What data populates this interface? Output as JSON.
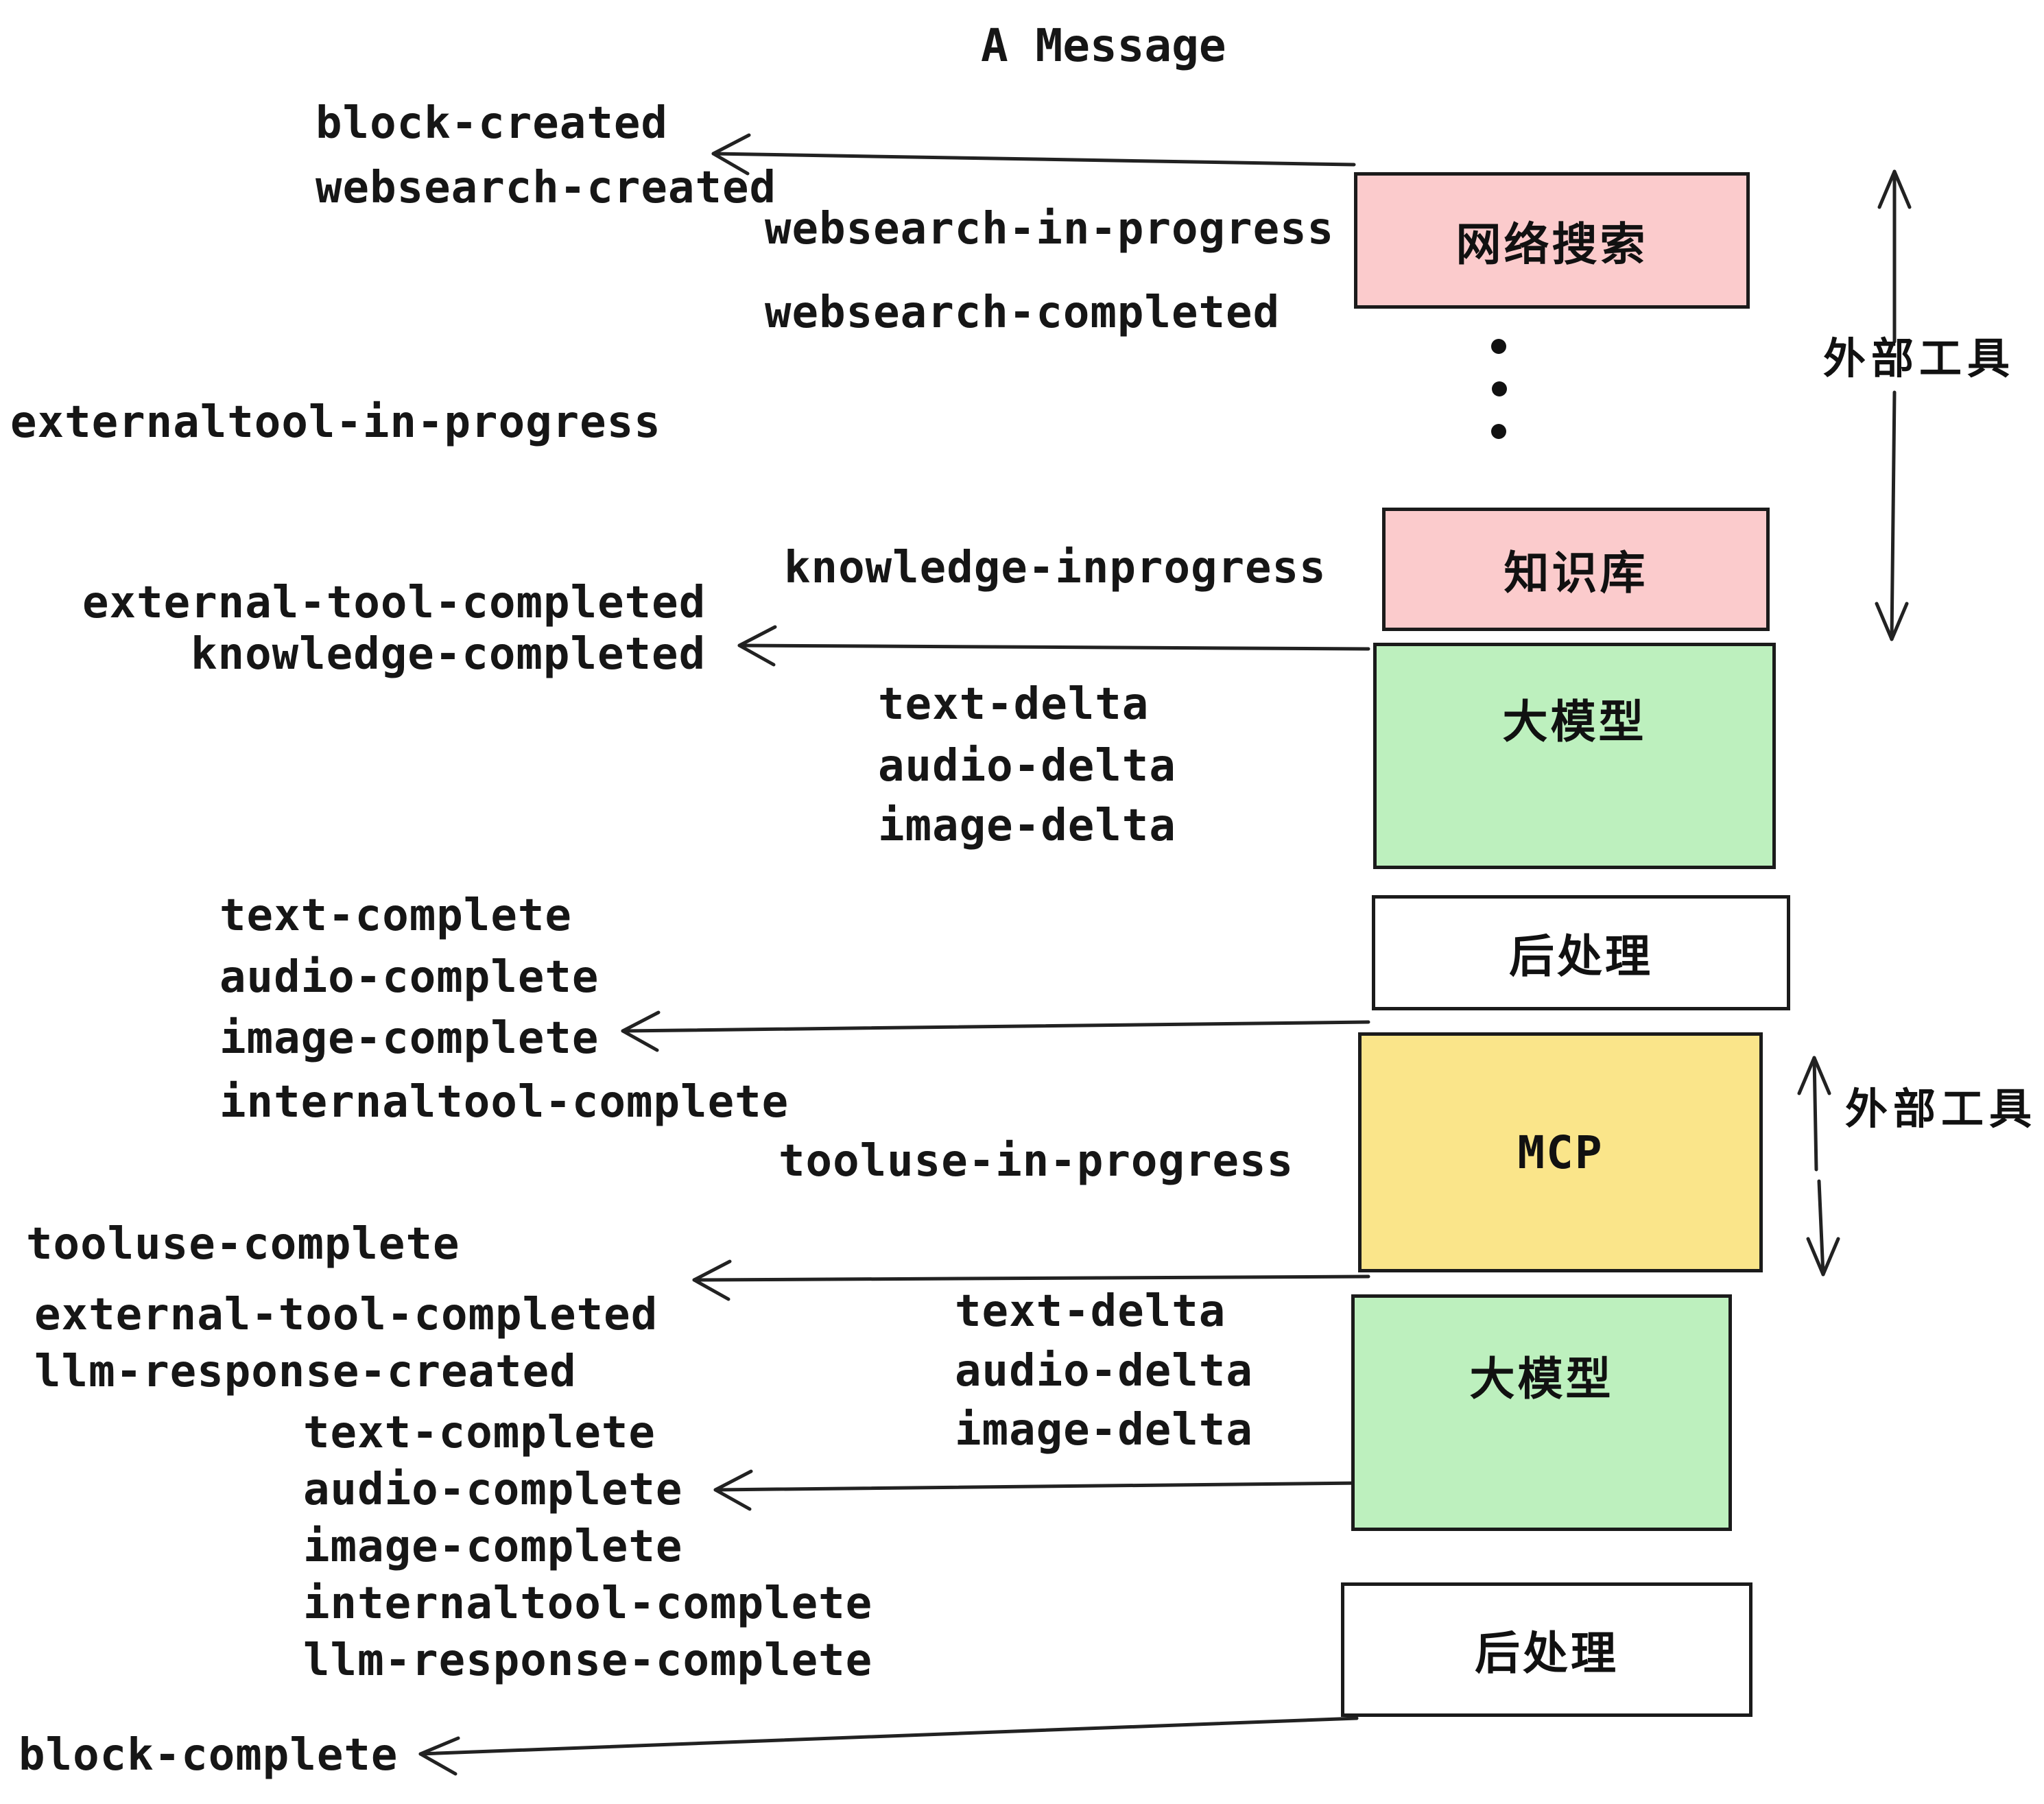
{
  "title": "A Message",
  "colors": {
    "pink": "#fbcbcc",
    "green": "#bdf0be",
    "yellow": "#fae58a",
    "white": "#ffffff",
    "stroke": "#1b1b1b"
  },
  "boxes": {
    "websearch": {
      "label": "网络搜索"
    },
    "knowledge": {
      "label": "知识库"
    },
    "llm1": {
      "label": "大模型"
    },
    "post1": {
      "label": "后处理"
    },
    "mcp": {
      "label": "MCP"
    },
    "llm2": {
      "label": "大模型"
    },
    "post2": {
      "label": "后处理"
    }
  },
  "annotations": {
    "external_tools_top": "外部工具",
    "external_tools_mcp": "外部工具"
  },
  "events": {
    "block_created": "block-created",
    "websearch_created": "websearch-created",
    "websearch_in_progress": "websearch-in-progress",
    "websearch_completed": "websearch-completed",
    "externaltool_in_progress": "externaltool-in-progress",
    "knowledge_inprogress": "knowledge-inprogress",
    "external_tool_completed": "external-tool-completed",
    "knowledge_completed": "knowledge-completed",
    "text_delta": "text-delta",
    "audio_delta": "audio-delta",
    "image_delta": "image-delta",
    "text_complete": "text-complete",
    "audio_complete": "audio-complete",
    "image_complete": "image-complete",
    "internaltool_complete": "internaltool-complete",
    "tooluse_in_progress": "tooluse-in-progress",
    "tooluse_complete": "tooluse-complete",
    "external_tool_completed_2": "external-tool-completed",
    "llm_response_created": "llm-response-created",
    "text_complete_2": "text-complete",
    "audio_complete_2": "audio-complete",
    "image_complete_2": "image-complete",
    "internaltool_complete_2": "internaltool-complete",
    "llm_response_complete": "llm-response-complete",
    "block_complete": "block-complete"
  }
}
